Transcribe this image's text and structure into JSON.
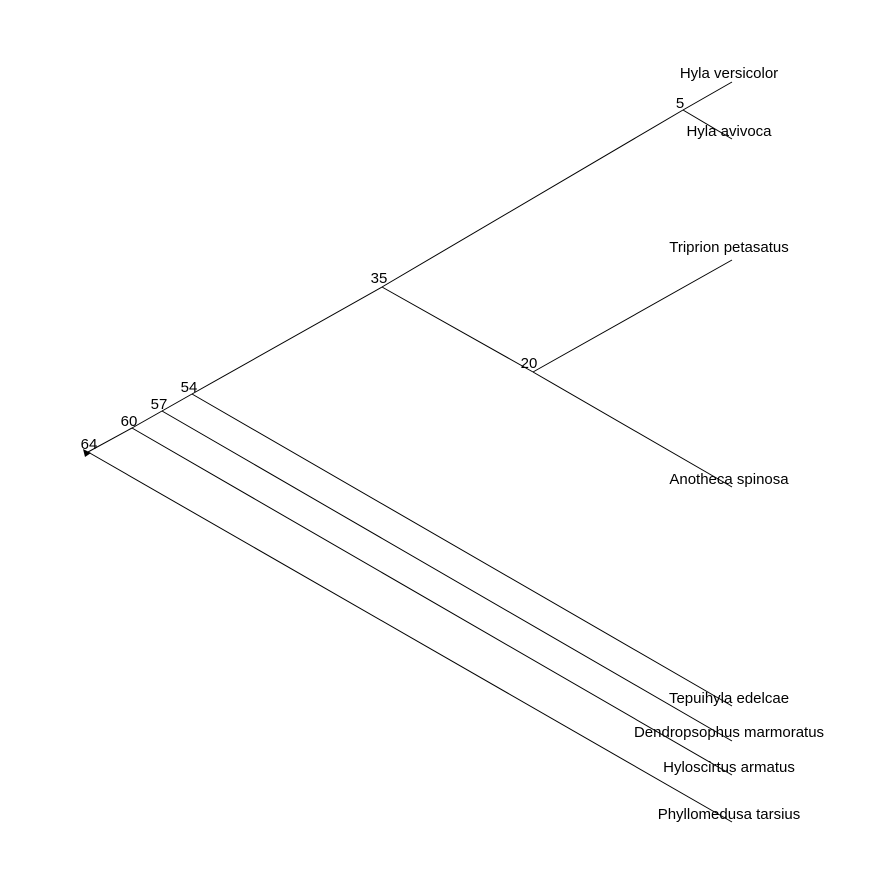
{
  "tree": {
    "type": "cladogram",
    "line_color": "#000000",
    "background": "#ffffff",
    "root": "64",
    "nodes": [
      {
        "id": "64",
        "label": "64"
      },
      {
        "id": "60",
        "label": "60"
      },
      {
        "id": "57",
        "label": "57"
      },
      {
        "id": "54",
        "label": "54"
      },
      {
        "id": "35",
        "label": "35"
      },
      {
        "id": "20",
        "label": "20"
      },
      {
        "id": "5",
        "label": "5"
      }
    ],
    "tips": [
      {
        "id": "hyla-versicolor",
        "label": "Hyla versicolor"
      },
      {
        "id": "hyla-avivoca",
        "label": "Hyla avivoca"
      },
      {
        "id": "triprion-petasatus",
        "label": "Triprion petasatus"
      },
      {
        "id": "anotheca-spinosa",
        "label": "Anotheca spinosa"
      },
      {
        "id": "tepuihyla-edelcae",
        "label": "Tepuihyla edelcae"
      },
      {
        "id": "dendropsophus-marmoratus",
        "label": "Dendropsophus marmoratus"
      },
      {
        "id": "hyloscirtus-armatus",
        "label": "Hyloscirtus armatus"
      },
      {
        "id": "phyllomedusa-tarsius",
        "label": "Phyllomedusa tarsius"
      }
    ],
    "edges": [
      [
        "64",
        "60"
      ],
      [
        "64",
        "phyllomedusa-tarsius"
      ],
      [
        "60",
        "57"
      ],
      [
        "60",
        "hyloscirtus-armatus"
      ],
      [
        "57",
        "54"
      ],
      [
        "57",
        "dendropsophus-marmoratus"
      ],
      [
        "54",
        "35"
      ],
      [
        "54",
        "tepuihyla-edelcae"
      ],
      [
        "35",
        "5"
      ],
      [
        "35",
        "20"
      ],
      [
        "5",
        "hyla-versicolor"
      ],
      [
        "5",
        "hyla-avivoca"
      ],
      [
        "20",
        "triprion-petasatus"
      ],
      [
        "20",
        "anotheca-spinosa"
      ]
    ]
  }
}
